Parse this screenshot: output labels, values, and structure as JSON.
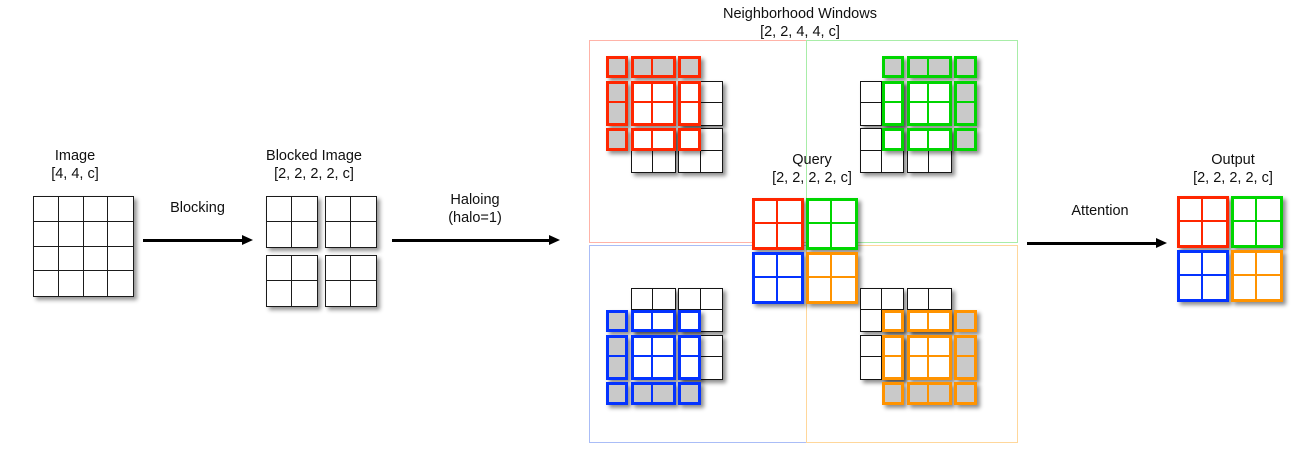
{
  "diagram": {
    "title_implicit": "Blocked local attention with haloing",
    "stages": [
      {
        "id": "image",
        "label": "Image",
        "shape": "[4, 4, c]"
      },
      {
        "id": "blocked",
        "label": "Blocked Image",
        "shape": "[2, 2, 2, 2, c]"
      },
      {
        "id": "neighborhood",
        "label": "Neighborhood Windows",
        "shape": "[2, 2, 4, 4, c]"
      },
      {
        "id": "query",
        "label": "Query",
        "shape": "[2, 2, 2, 2, c]"
      },
      {
        "id": "output",
        "label": "Output",
        "shape": "[2, 2, 2, 2, c]"
      }
    ],
    "arrows": [
      {
        "id": "blocking",
        "label": "Blocking",
        "sublabel": ""
      },
      {
        "id": "haloing",
        "label": "Haloing",
        "sublabel": "(halo=1)"
      },
      {
        "id": "attention",
        "label": "Attention",
        "sublabel": ""
      }
    ],
    "colors": {
      "red": "#ff2600",
      "green": "#00d600",
      "blue": "#0433ff",
      "orange": "#ff9300",
      "black": "#151515",
      "halo_fill": "#c9c9c9",
      "cell_fill": "#ffffff",
      "quad_red": "#ffb3a8",
      "quad_green": "#a8eda8",
      "quad_blue": "#aabdf7",
      "quad_orange": "#ffd79b"
    },
    "image_grid": {
      "rows": 4,
      "cols": 4
    },
    "blocked_grid": {
      "blocks": 4,
      "block_rows": 2,
      "block_cols": 2
    },
    "quadrants": [
      {
        "id": "top-left",
        "color": "red",
        "halo_sides": [
          "top",
          "left"
        ]
      },
      {
        "id": "top-right",
        "color": "green",
        "halo_sides": [
          "top",
          "right"
        ]
      },
      {
        "id": "bottom-left",
        "color": "blue",
        "halo_sides": [
          "bottom",
          "left"
        ]
      },
      {
        "id": "bottom-right",
        "color": "orange",
        "halo_sides": [
          "bottom",
          "right"
        ]
      }
    ],
    "query_blocks": [
      "red",
      "green",
      "blue",
      "orange"
    ],
    "output_blocks": [
      "red",
      "green",
      "blue",
      "orange"
    ]
  }
}
